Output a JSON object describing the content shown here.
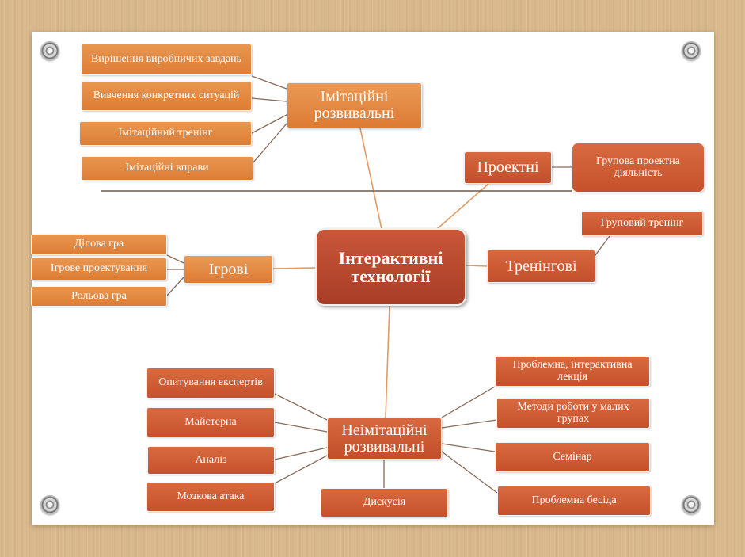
{
  "center": "Інтерактивні технології",
  "branches": {
    "imitation": "Імітаційні розвивальні",
    "project": "Проектні",
    "games": "Ігрові",
    "training": "Тренінгові",
    "nonimitation": "Неімітаційні розвивальні"
  },
  "imitation_items": [
    "Вирішення виробничих завдань",
    "Вивчення конкретних ситуацій",
    "Імітаційний тренінг",
    "Імітаційні вправи"
  ],
  "project_items": [
    "Групова проектна діяльність"
  ],
  "game_items": [
    "Ділова гра",
    "Ігрове проектування",
    "Рольова гра"
  ],
  "training_items": [
    "Груповий тренінг"
  ],
  "nonimitation_left": [
    "Опитування експертів",
    "Майстерна",
    "Аналіз",
    "Мозкова атака"
  ],
  "nonimitation_bottom": [
    "Дискусія"
  ],
  "nonimitation_right": [
    "Проблемна, інтерактивна лекція",
    "Методи роботи у малих групах",
    "Семінар",
    "Проблемна бесіда"
  ],
  "colors": {
    "leaf_light": "#e08a40",
    "leaf_red": "#c9552d",
    "branch": "#e38a42",
    "center": "#b3452c",
    "connector": "#8a6a58"
  }
}
